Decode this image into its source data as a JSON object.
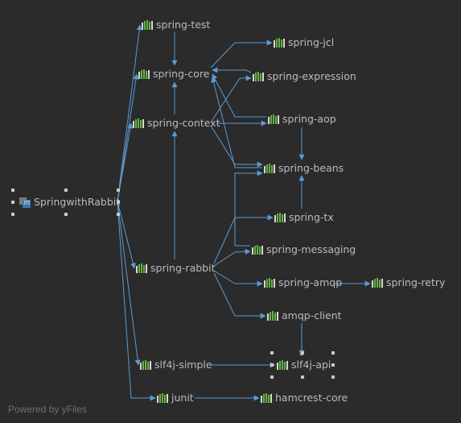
{
  "root": {
    "label": "SpringwithRabbit",
    "icon": "module-icon"
  },
  "nodes": [
    {
      "id": "spring-test",
      "label": "spring-test",
      "icon": "library-icon"
    },
    {
      "id": "spring-jcl",
      "label": "spring-jcl",
      "icon": "library-icon"
    },
    {
      "id": "spring-core",
      "label": "spring-core",
      "icon": "library-icon"
    },
    {
      "id": "spring-expression",
      "label": "spring-expression",
      "icon": "library-icon"
    },
    {
      "id": "spring-context",
      "label": "spring-context",
      "icon": "library-icon"
    },
    {
      "id": "spring-aop",
      "label": "spring-aop",
      "icon": "library-icon"
    },
    {
      "id": "spring-beans",
      "label": "spring-beans",
      "icon": "library-icon"
    },
    {
      "id": "spring-tx",
      "label": "spring-tx",
      "icon": "library-icon"
    },
    {
      "id": "spring-messaging",
      "label": "spring-messaging",
      "icon": "library-icon"
    },
    {
      "id": "spring-rabbit",
      "label": "spring-rabbit",
      "icon": "library-icon"
    },
    {
      "id": "spring-amqp",
      "label": "spring-amqp",
      "icon": "library-icon"
    },
    {
      "id": "spring-retry",
      "label": "spring-retry",
      "icon": "library-icon"
    },
    {
      "id": "amqp-client",
      "label": "amqp-client",
      "icon": "library-icon"
    },
    {
      "id": "slf4j-simple",
      "label": "slf4j-simple",
      "icon": "library-icon"
    },
    {
      "id": "slf4j-api",
      "label": "slf4j-api",
      "icon": "library-icon"
    },
    {
      "id": "junit",
      "label": "junit",
      "icon": "library-icon"
    },
    {
      "id": "hamcrest-core",
      "label": "hamcrest-core",
      "icon": "library-icon"
    }
  ],
  "edges": [
    {
      "from": "SpringwithRabbit",
      "to": "spring-test"
    },
    {
      "from": "SpringwithRabbit",
      "to": "spring-core"
    },
    {
      "from": "SpringwithRabbit",
      "to": "spring-context"
    },
    {
      "from": "SpringwithRabbit",
      "to": "spring-rabbit"
    },
    {
      "from": "SpringwithRabbit",
      "to": "slf4j-simple"
    },
    {
      "from": "SpringwithRabbit",
      "to": "junit"
    },
    {
      "from": "spring-test",
      "to": "spring-core"
    },
    {
      "from": "spring-core",
      "to": "spring-jcl"
    },
    {
      "from": "spring-context",
      "to": "spring-core"
    },
    {
      "from": "spring-context",
      "to": "spring-expression"
    },
    {
      "from": "spring-context",
      "to": "spring-aop"
    },
    {
      "from": "spring-context",
      "to": "spring-beans"
    },
    {
      "from": "spring-expression",
      "to": "spring-core"
    },
    {
      "from": "spring-aop",
      "to": "spring-core"
    },
    {
      "from": "spring-aop",
      "to": "spring-beans"
    },
    {
      "from": "spring-beans",
      "to": "spring-core"
    },
    {
      "from": "spring-tx",
      "to": "spring-beans"
    },
    {
      "from": "spring-messaging",
      "to": "spring-beans"
    },
    {
      "from": "spring-rabbit",
      "to": "spring-context"
    },
    {
      "from": "spring-rabbit",
      "to": "spring-tx"
    },
    {
      "from": "spring-rabbit",
      "to": "spring-messaging"
    },
    {
      "from": "spring-rabbit",
      "to": "spring-amqp"
    },
    {
      "from": "spring-rabbit",
      "to": "amqp-client"
    },
    {
      "from": "spring-rabbit",
      "to": "spring-beans"
    },
    {
      "from": "spring-amqp",
      "to": "spring-retry"
    },
    {
      "from": "amqp-client",
      "to": "slf4j-api"
    },
    {
      "from": "slf4j-simple",
      "to": "slf4j-api"
    },
    {
      "from": "junit",
      "to": "hamcrest-core"
    }
  ],
  "edge_color": "#5a9bd5",
  "footer": "Powered by yFiles"
}
